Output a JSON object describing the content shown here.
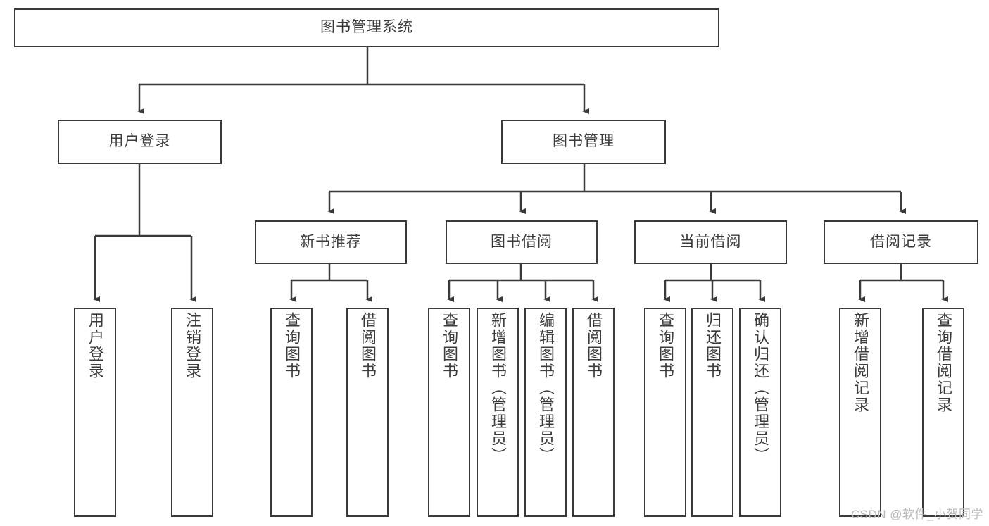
{
  "diagram": {
    "title": "图书管理系统",
    "watermark": "CSDN @软件_小贺同学",
    "colors": {
      "stroke": "#3a3a3a",
      "text": "#3b3b3b",
      "background": "#ffffff",
      "watermark": "#b9b9b9"
    },
    "root": {
      "label": "图书管理系统"
    },
    "level2": [
      {
        "label": "用户登录"
      },
      {
        "label": "图书管理"
      }
    ],
    "level3": [
      {
        "label": "新书推荐"
      },
      {
        "label": "图书借阅"
      },
      {
        "label": "当前借阅"
      },
      {
        "label": "借阅记录"
      }
    ],
    "leaves": {
      "user_login": [
        {
          "label": "用户登录"
        },
        {
          "label": "注销登录"
        }
      ],
      "new_book": [
        {
          "label": "查询图书"
        },
        {
          "label": "借阅图书"
        }
      ],
      "book_borrow": [
        {
          "label": "查询图书"
        },
        {
          "label": "新增图书（管理员）"
        },
        {
          "label": "编辑图书（管理员）"
        },
        {
          "label": "借阅图书"
        }
      ],
      "current_borrow": [
        {
          "label": "查询图书"
        },
        {
          "label": "归还图书"
        },
        {
          "label": "确认归还（管理员）"
        }
      ],
      "borrow_record": [
        {
          "label": "新增借阅记录"
        },
        {
          "label": "查询借阅记录"
        }
      ]
    }
  }
}
